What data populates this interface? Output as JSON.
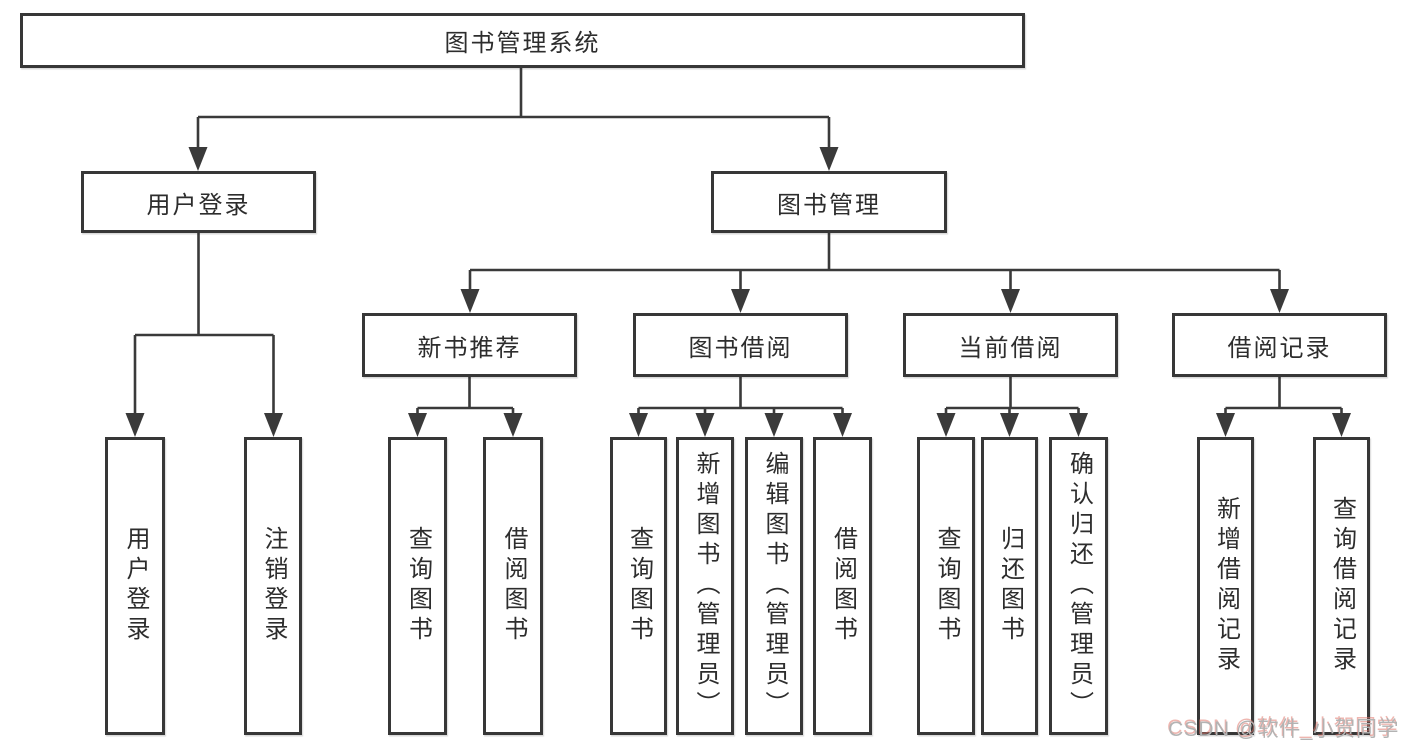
{
  "diagram": {
    "root": {
      "label": "图书管理系统"
    },
    "branches": [
      {
        "label": "用户登录",
        "children": [
          "用户登录",
          "注销登录"
        ]
      },
      {
        "label": "图书管理"
      }
    ],
    "modules": [
      {
        "label": "新书推荐",
        "children": [
          "查询图书",
          "借阅图书"
        ]
      },
      {
        "label": "图书借阅",
        "children": [
          "查询图书",
          "新增图书（管理员）",
          "编辑图书（管理员）",
          "借阅图书"
        ]
      },
      {
        "label": "当前借阅",
        "children": [
          "查询图书",
          "归还图书",
          "确认归还（管理员）"
        ]
      },
      {
        "label": "借阅记录",
        "children": [
          "新增借阅记录",
          "查询借阅记录"
        ]
      }
    ]
  },
  "watermark": {
    "text": "CSDN @软件_小贺同学"
  },
  "colors": {
    "line": "#3a3a3a",
    "box_border": "#373737",
    "box_fill": "#ffffff",
    "text": "#2d2d2d",
    "watermark": "#b3b3b3",
    "watermark_accent": "#e07870"
  }
}
